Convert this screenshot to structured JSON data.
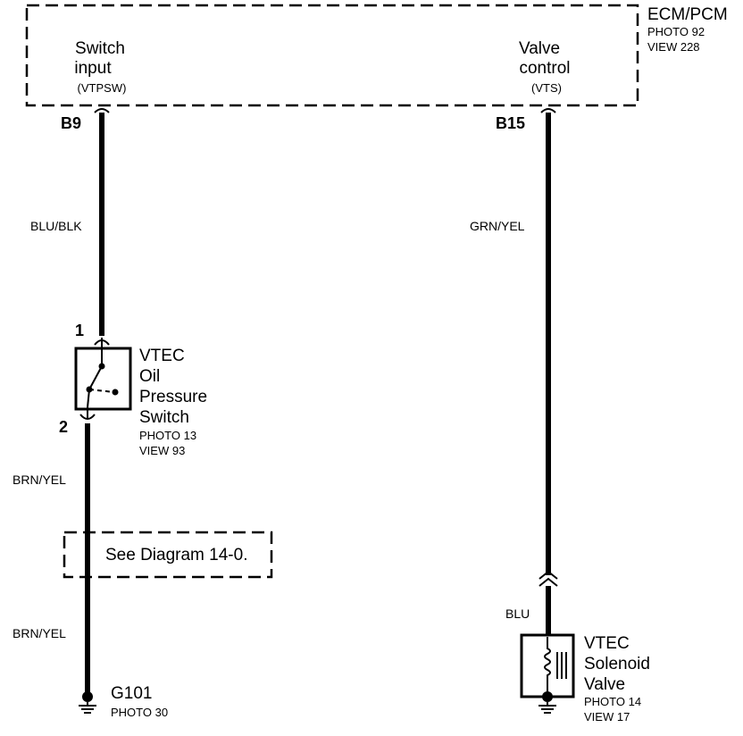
{
  "ecm": {
    "title": "ECM/PCM",
    "photo": "PHOTO 92",
    "view": "VIEW 228",
    "switch_input_line1": "Switch",
    "switch_input_line2": "input",
    "switch_input_code": "(VTPSW)",
    "valve_control_line1": "Valve",
    "valve_control_line2": "control",
    "valve_control_code": "(VTS)"
  },
  "pins": {
    "b9": "B9",
    "b15": "B15",
    "switch_pin1": "1",
    "switch_pin2": "2"
  },
  "wires": {
    "blu_blk": "BLU/BLK",
    "grn_yel": "GRN/YEL",
    "brn_yel_upper": "BRN/YEL",
    "brn_yel_lower": "BRN/YEL",
    "blu": "BLU"
  },
  "switch": {
    "line1": "VTEC",
    "line2": "Oil",
    "line3": "Pressure",
    "line4": "Switch",
    "photo": "PHOTO 13",
    "view": "VIEW 93"
  },
  "see_diagram": "See Diagram 14-0.",
  "ground": {
    "name": "G101",
    "photo": "PHOTO 30"
  },
  "solenoid": {
    "line1": "VTEC",
    "line2": "Solenoid",
    "line3": "Valve",
    "photo": "PHOTO 14",
    "view": "VIEW 17"
  }
}
